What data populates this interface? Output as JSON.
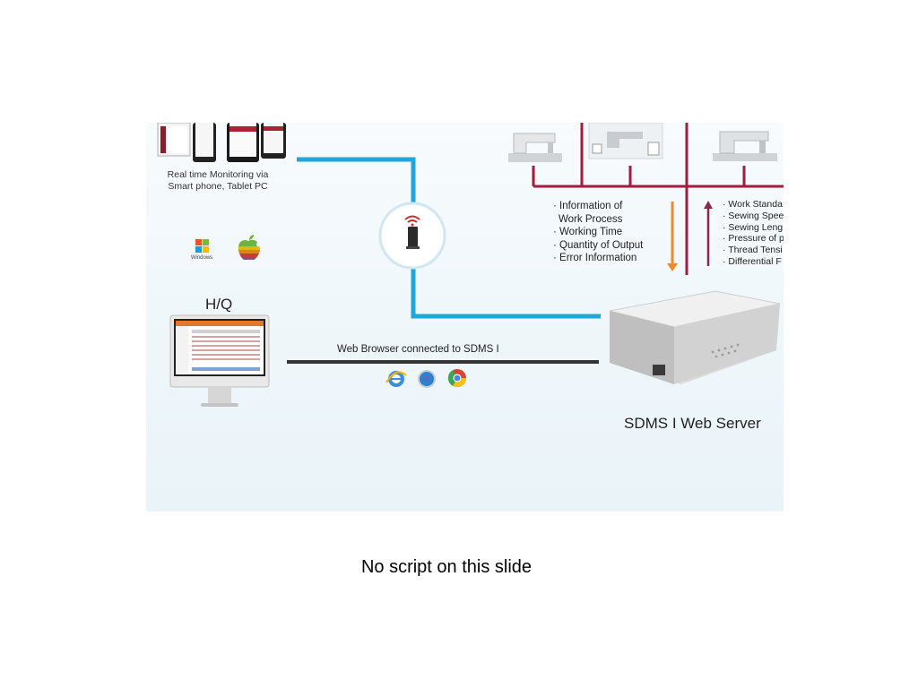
{
  "diagram": {
    "mobile_caption": [
      "Real time Monitoring via",
      "Smart phone, Tablet PC"
    ],
    "os_icons": [
      "windows-logo",
      "apple-logo"
    ],
    "windows_logo_text": "Windows",
    "hq_label": "H/Q",
    "browser_line_label": "Web Browser connected to SDMS I",
    "browser_icons": [
      "internet-explorer-icon",
      "safari-icon",
      "chrome-icon"
    ],
    "server_label": "SDMS I Web Server",
    "wifi_router_icon": "wifi-router-icon",
    "info_down": {
      "items": [
        "· Information of",
        "  Work Process",
        "· Working Time",
        "· Quantity of Output",
        "· Error Information"
      ],
      "arrow_color": "#f08a24"
    },
    "info_up": {
      "items": [
        "· Work Standa",
        "· Sewing Spee",
        "· Sewing Leng",
        "· Pressure of p",
        "· Thread Tensi",
        "· Differential F"
      ],
      "arrow_color": "#8a2a4a"
    },
    "colors": {
      "network_line": "#1ea7d8",
      "machine_bus": "#a31c3c",
      "browser_line": "#333333"
    }
  },
  "slide_caption": "No script on this slide"
}
